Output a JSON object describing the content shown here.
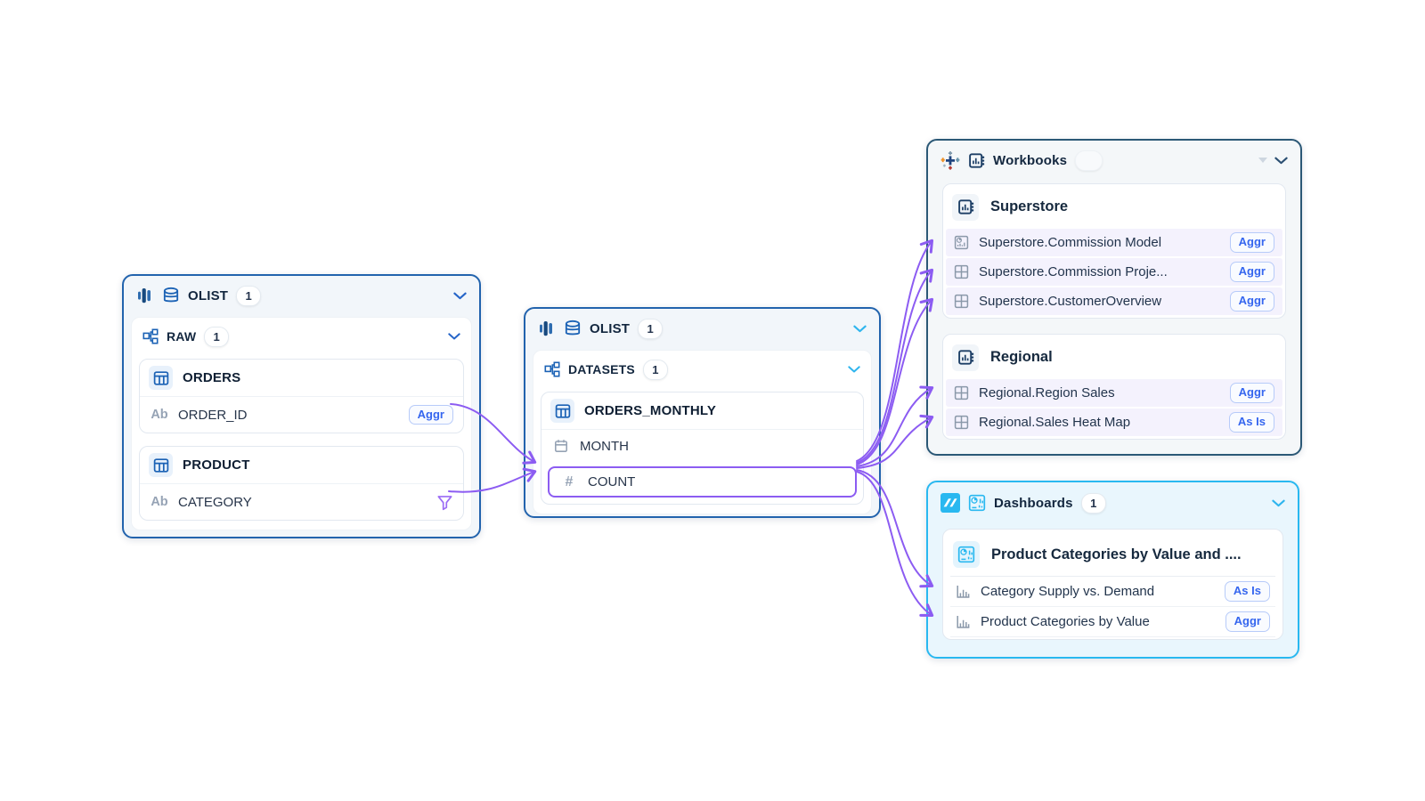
{
  "icons": {
    "text_type": "Ab",
    "number": "#"
  },
  "source_panel": {
    "title": "OLIST",
    "count": "1",
    "section_label": "RAW",
    "section_count": "1",
    "tables": [
      {
        "name": "ORDERS",
        "field": "ORDER_ID",
        "badge": "Aggr"
      },
      {
        "name": "PRODUCT",
        "field": "CATEGORY"
      }
    ]
  },
  "dataset_panel": {
    "title": "OLIST",
    "count": "1",
    "section_label": "DATASETS",
    "section_count": "1",
    "table_name": "ORDERS_MONTHLY",
    "fields": [
      {
        "name": "MONTH"
      },
      {
        "name": "COUNT",
        "highlighted": true
      }
    ]
  },
  "workbooks_panel": {
    "title": "Workbooks",
    "groups": [
      {
        "name": "Superstore",
        "items": [
          {
            "label": "Superstore.Commission Model",
            "badge": "Aggr"
          },
          {
            "label": "Superstore.Commission Proje...",
            "badge": "Aggr"
          },
          {
            "label": "Superstore.CustomerOverview",
            "badge": "Aggr"
          }
        ]
      },
      {
        "name": "Regional",
        "items": [
          {
            "label": "Regional.Region Sales",
            "badge": "Aggr"
          },
          {
            "label": "Regional.Sales Heat Map",
            "badge": "As Is"
          }
        ]
      }
    ]
  },
  "dashboards_panel": {
    "title": "Dashboards",
    "count": "1",
    "group_name": "Product Categories by Value and ....",
    "items": [
      {
        "label": "Category Supply vs. Demand",
        "badge": "As Is"
      },
      {
        "label": "Product Categories by Value",
        "badge": "Aggr"
      }
    ]
  },
  "colors": {
    "connector_purple": "#8c5cf2",
    "source_border": "#2263ad",
    "workbooks_border": "#2b5876",
    "dashboards_border": "#29b8f0",
    "badge_blue": "#3566ef",
    "row_highlight_lavender": "#f4f2fd"
  }
}
